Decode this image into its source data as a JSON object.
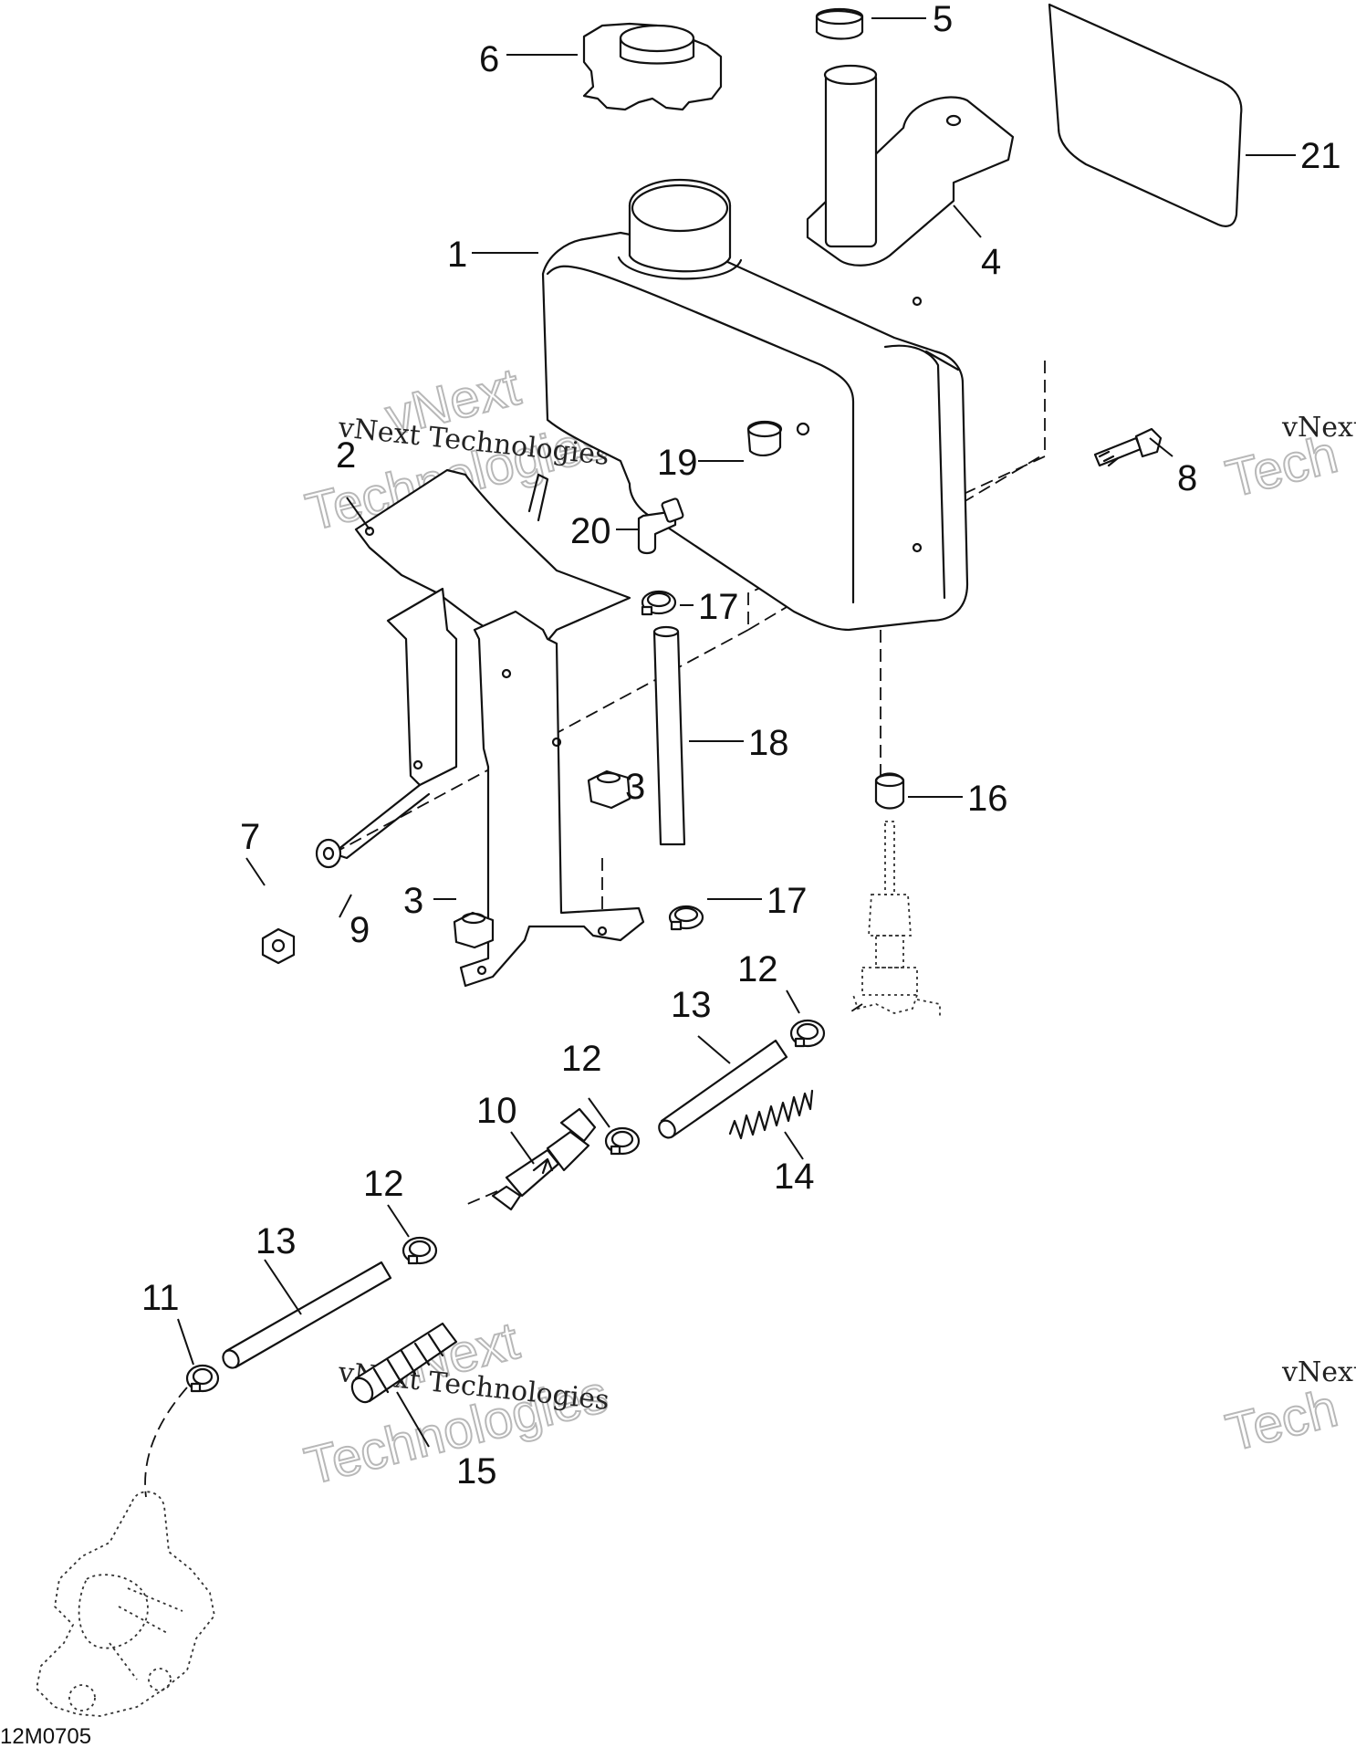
{
  "callouts": {
    "c1": "1",
    "c2": "2",
    "c3a": "3",
    "c3b": "3",
    "c4": "4",
    "c5": "5",
    "c6": "6",
    "c7": "7",
    "c8": "8",
    "c9": "9",
    "c10": "10",
    "c11": "11",
    "c12a": "12",
    "c12b": "12",
    "c12c": "12",
    "c13a": "13",
    "c13b": "13",
    "c14": "14",
    "c15": "15",
    "c16": "16",
    "c17a": "17",
    "c17b": "17",
    "c18": "18",
    "c19": "19",
    "c20": "20",
    "c21": "21"
  },
  "watermark": {
    "small": "vNext Technologies",
    "big_line1": "vNext",
    "big_line2": "Technologies",
    "edge_small": "vNext",
    "edge_big": "Tech"
  },
  "drawing_code": "12M0705"
}
